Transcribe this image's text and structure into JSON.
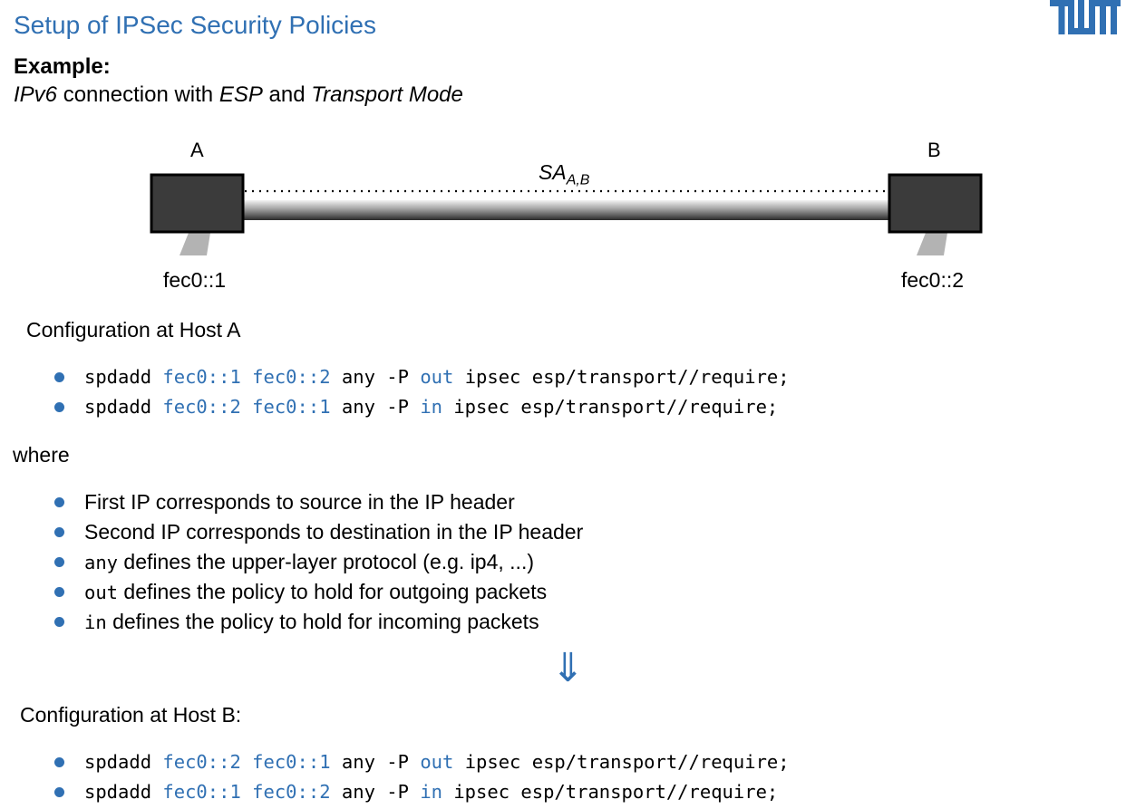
{
  "title": "Setup of IPSec Security Policies",
  "example_heading": "Example:",
  "subtitle": {
    "part1": "IPv6",
    "part2": " connection with ",
    "part3": "ESP",
    "part4": " and ",
    "part5": "Transport Mode"
  },
  "diagram": {
    "host_a_label": "A",
    "host_b_label": "B",
    "host_a_addr": "fec0::1",
    "host_b_addr": "fec0::2",
    "sa_label": "SA",
    "sa_sub": "A,B"
  },
  "host_a_config": {
    "heading": "Configuration at Host A",
    "lines": [
      {
        "cmd": "spdadd",
        "src": "fec0::1",
        "dst": "fec0::2",
        "proto": "any -P",
        "dir": "out",
        "rest": "ipsec esp/transport//require;"
      },
      {
        "cmd": "spdadd",
        "src": "fec0::2",
        "dst": "fec0::1",
        "proto": "any -P",
        "dir": "in",
        "rest": "ipsec esp/transport//require;"
      }
    ]
  },
  "where": {
    "heading": "where",
    "items": [
      {
        "code": "",
        "text": "First IP corresponds to source in the IP header"
      },
      {
        "code": "",
        "text": "Second IP corresponds to destination in the IP header"
      },
      {
        "code": "any",
        "text": " defines the upper-layer protocol (e.g. ip4, ...)"
      },
      {
        "code": "out",
        "text": " defines the policy to hold for outgoing packets"
      },
      {
        "code": "in",
        "text": " defines the policy to hold for incoming packets"
      }
    ]
  },
  "arrow": "⇓",
  "host_b_config": {
    "heading": "Configuration at Host B:",
    "lines": [
      {
        "cmd": "spdadd",
        "src": "fec0::2",
        "dst": "fec0::1",
        "proto": "any -P",
        "dir": "out",
        "rest": "ipsec esp/transport//require;"
      },
      {
        "cmd": "spdadd",
        "src": "fec0::1",
        "dst": "fec0::2",
        "proto": "any -P",
        "dir": "in",
        "rest": "ipsec esp/transport//require;"
      }
    ]
  },
  "colors": {
    "accent": "#3070b3"
  },
  "logo_icon": "tum-logo-icon"
}
